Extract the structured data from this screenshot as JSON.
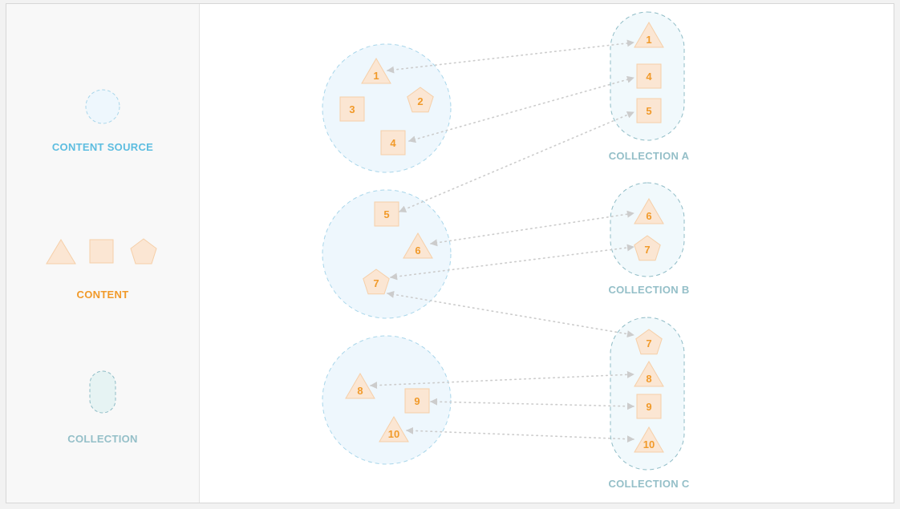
{
  "legend": {
    "content_source_label": "CONTENT SOURCE",
    "content_label": "CONTENT",
    "collection_label": "COLLECTION"
  },
  "collections": {
    "a": "COLLECTION A",
    "b": "COLLECTION B",
    "c": "COLLECTION C"
  },
  "sources": {
    "s1": [
      {
        "id": "1",
        "shape": "triangle"
      },
      {
        "id": "2",
        "shape": "pentagon"
      },
      {
        "id": "3",
        "shape": "square"
      },
      {
        "id": "4",
        "shape": "square"
      }
    ],
    "s2": [
      {
        "id": "5",
        "shape": "square"
      },
      {
        "id": "6",
        "shape": "triangle"
      },
      {
        "id": "7",
        "shape": "pentagon"
      }
    ],
    "s3": [
      {
        "id": "8",
        "shape": "triangle"
      },
      {
        "id": "9",
        "shape": "square"
      },
      {
        "id": "10",
        "shape": "triangle"
      }
    ]
  },
  "collection_items": {
    "a": [
      {
        "id": "1",
        "shape": "triangle"
      },
      {
        "id": "4",
        "shape": "square"
      },
      {
        "id": "5",
        "shape": "square"
      }
    ],
    "b": [
      {
        "id": "6",
        "shape": "triangle"
      },
      {
        "id": "7",
        "shape": "pentagon"
      }
    ],
    "c": [
      {
        "id": "7",
        "shape": "pentagon"
      },
      {
        "id": "8",
        "shape": "triangle"
      },
      {
        "id": "9",
        "shape": "square"
      },
      {
        "id": "10",
        "shape": "triangle"
      }
    ]
  },
  "colors": {
    "source_fill": "#eef7fd",
    "source_stroke": "#a9d6ea",
    "content_fill": "#fbe6d3",
    "content_stroke": "#f6cfa8",
    "content_number": "#f19a2a",
    "collection_fill": "#f1f9fc",
    "collection_stroke": "#8fbcc6",
    "source_label": "#5dbde0",
    "content_label": "#f19a2a",
    "collection_label": "#94bfc8",
    "arrow": "#cccccc"
  }
}
